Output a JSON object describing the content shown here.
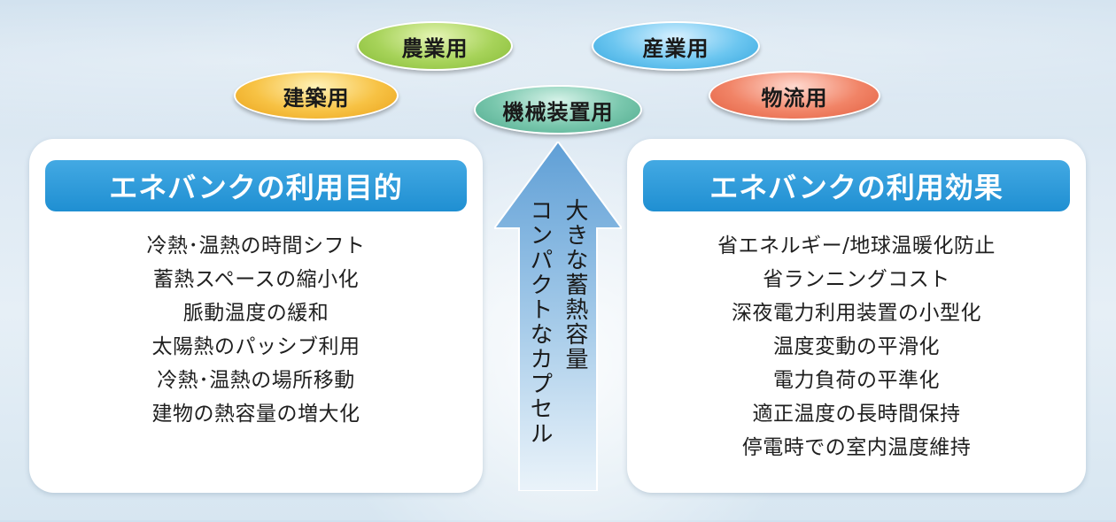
{
  "pills": [
    {
      "label": "農業用"
    },
    {
      "label": "産業用"
    },
    {
      "label": "建築用"
    },
    {
      "label": "機械装置用"
    },
    {
      "label": "物流用"
    }
  ],
  "purpose_panel": {
    "title": "エネバンクの利用目的",
    "items": [
      "冷熱･温熱の時間シフト",
      "蓄熱スペースの縮小化",
      "脈動温度の緩和",
      "太陽熱のパッシブ利用",
      "冷熱･温熱の場所移動",
      "建物の熱容量の増大化"
    ]
  },
  "effect_panel": {
    "title": "エネバンクの利用効果",
    "items": [
      "省エネルギー/地球温暖化防止",
      "省ランニングコスト",
      "深夜電力利用装置の小型化",
      "温度変動の平滑化",
      "電力負荷の平準化",
      "適正温度の長時間保持",
      "停電時での室内温度維持"
    ]
  },
  "arrow": {
    "line1": "大きな蓄熱容量",
    "line2": "コンパクトなカプセル"
  },
  "colors": {
    "header_blue": "#2596d8",
    "arrow_blue": "#7fb6e0"
  }
}
